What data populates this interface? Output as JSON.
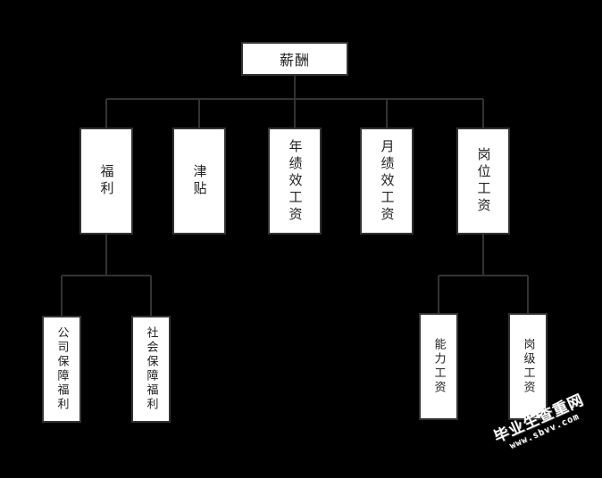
{
  "root": {
    "label": "薪酬"
  },
  "level1": [
    {
      "label": "福利"
    },
    {
      "label": "津贴"
    },
    {
      "label": "年绩效工资"
    },
    {
      "label": "月绩效工资"
    },
    {
      "label": "岗位工资"
    }
  ],
  "welfare_children": [
    {
      "label": "公司保障福利"
    },
    {
      "label": "社会保障福利"
    }
  ],
  "position_children": [
    {
      "label": "能力工资"
    },
    {
      "label": "岗级工资"
    }
  ],
  "watermark": {
    "text": "毕业生查重网",
    "url": "www.sbvv.com"
  },
  "colors": {
    "background": "#000000",
    "node_fill": "#ffffff",
    "node_border": "#333333",
    "connector": "#333333"
  }
}
